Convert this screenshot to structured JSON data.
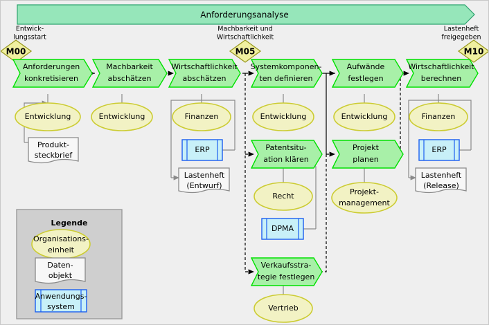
{
  "diagram": {
    "title": "Anforderungsanalyse",
    "background_color": "#efefef",
    "colors": {
      "banner_fill": "#96e6ba",
      "process_fill": "#a8f0a8",
      "process_stroke": "#00e000",
      "org_fill": "#f2f2c4",
      "org_stroke": "#cccc33",
      "system_fill": "#c8f0f8",
      "system_stroke": "#1a5ef0",
      "document_fill": "#f7f7f7",
      "document_stroke": "#8a8a8a",
      "milestone_fill": "#f0f0a0",
      "milestone_stroke": "#9a9a20",
      "legend_fill": "#cfcfcf"
    }
  },
  "milestones": [
    {
      "id": "M00",
      "caption_line1": "Entwick-",
      "caption_line2": "lungsstart"
    },
    {
      "id": "M05",
      "caption_line1": "Machbarkeit und",
      "caption_line2": "Wirtschaftlichkeit"
    },
    {
      "id": "M10",
      "caption_line1": "Lastenheft",
      "caption_line2": "freigegeben"
    }
  ],
  "processes": [
    {
      "key": "p1",
      "line1": "Anforderungen",
      "line2": "konkretisieren"
    },
    {
      "key": "p2",
      "line1": "Machbarkeit",
      "line2": "abschätzen"
    },
    {
      "key": "p3",
      "line1": "Wirtschaftlichkeit",
      "line2": "abschätzen"
    },
    {
      "key": "p4",
      "line1": "Systemkomponen-",
      "line2": "ten definieren"
    },
    {
      "key": "p5",
      "line1": "Aufwände",
      "line2": "festlegen"
    },
    {
      "key": "p6",
      "line1": "Wirtschaftlichkeit",
      "line2": "berechnen"
    },
    {
      "key": "p7",
      "line1": "Patentsitu-",
      "line2": "ation klären"
    },
    {
      "key": "p8",
      "line1": "Projekt",
      "line2": "planen"
    },
    {
      "key": "p9",
      "line1": "Verkaufsstra-",
      "line2": "tegie festlegen"
    }
  ],
  "organisations": [
    {
      "key": "o1",
      "line1": "Entwicklung",
      "line2": ""
    },
    {
      "key": "o2",
      "line1": "Entwicklung",
      "line2": ""
    },
    {
      "key": "o3",
      "line1": "Finanzen",
      "line2": ""
    },
    {
      "key": "o4",
      "line1": "Entwicklung",
      "line2": ""
    },
    {
      "key": "o5",
      "line1": "Entwicklung",
      "line2": ""
    },
    {
      "key": "o6",
      "line1": "Finanzen",
      "line2": ""
    },
    {
      "key": "o7",
      "line1": "Recht",
      "line2": ""
    },
    {
      "key": "o8",
      "line1": "Projekt-",
      "line2": "management"
    },
    {
      "key": "o9",
      "line1": "Vertrieb",
      "line2": ""
    }
  ],
  "systems": [
    {
      "key": "s1",
      "label": "ERP"
    },
    {
      "key": "s2",
      "label": "ERP"
    },
    {
      "key": "s3",
      "label": "DPMA"
    }
  ],
  "documents": [
    {
      "key": "d1",
      "line1": "Produkt-",
      "line2": "steckbrief"
    },
    {
      "key": "d2",
      "line1": "Lastenheft",
      "line2": "(Entwurf)"
    },
    {
      "key": "d3",
      "line1": "Lastenheft",
      "line2": "(Release)"
    }
  ],
  "legend": {
    "title": "Legende",
    "items": [
      {
        "key": "l1",
        "shape": "ellipse",
        "line1": "Organisations-",
        "line2": "einheit"
      },
      {
        "key": "l2",
        "shape": "document",
        "line1": "Daten-",
        "line2": "objekt"
      },
      {
        "key": "l3",
        "shape": "system",
        "line1": "Anwendungs-",
        "line2": "system"
      }
    ]
  }
}
